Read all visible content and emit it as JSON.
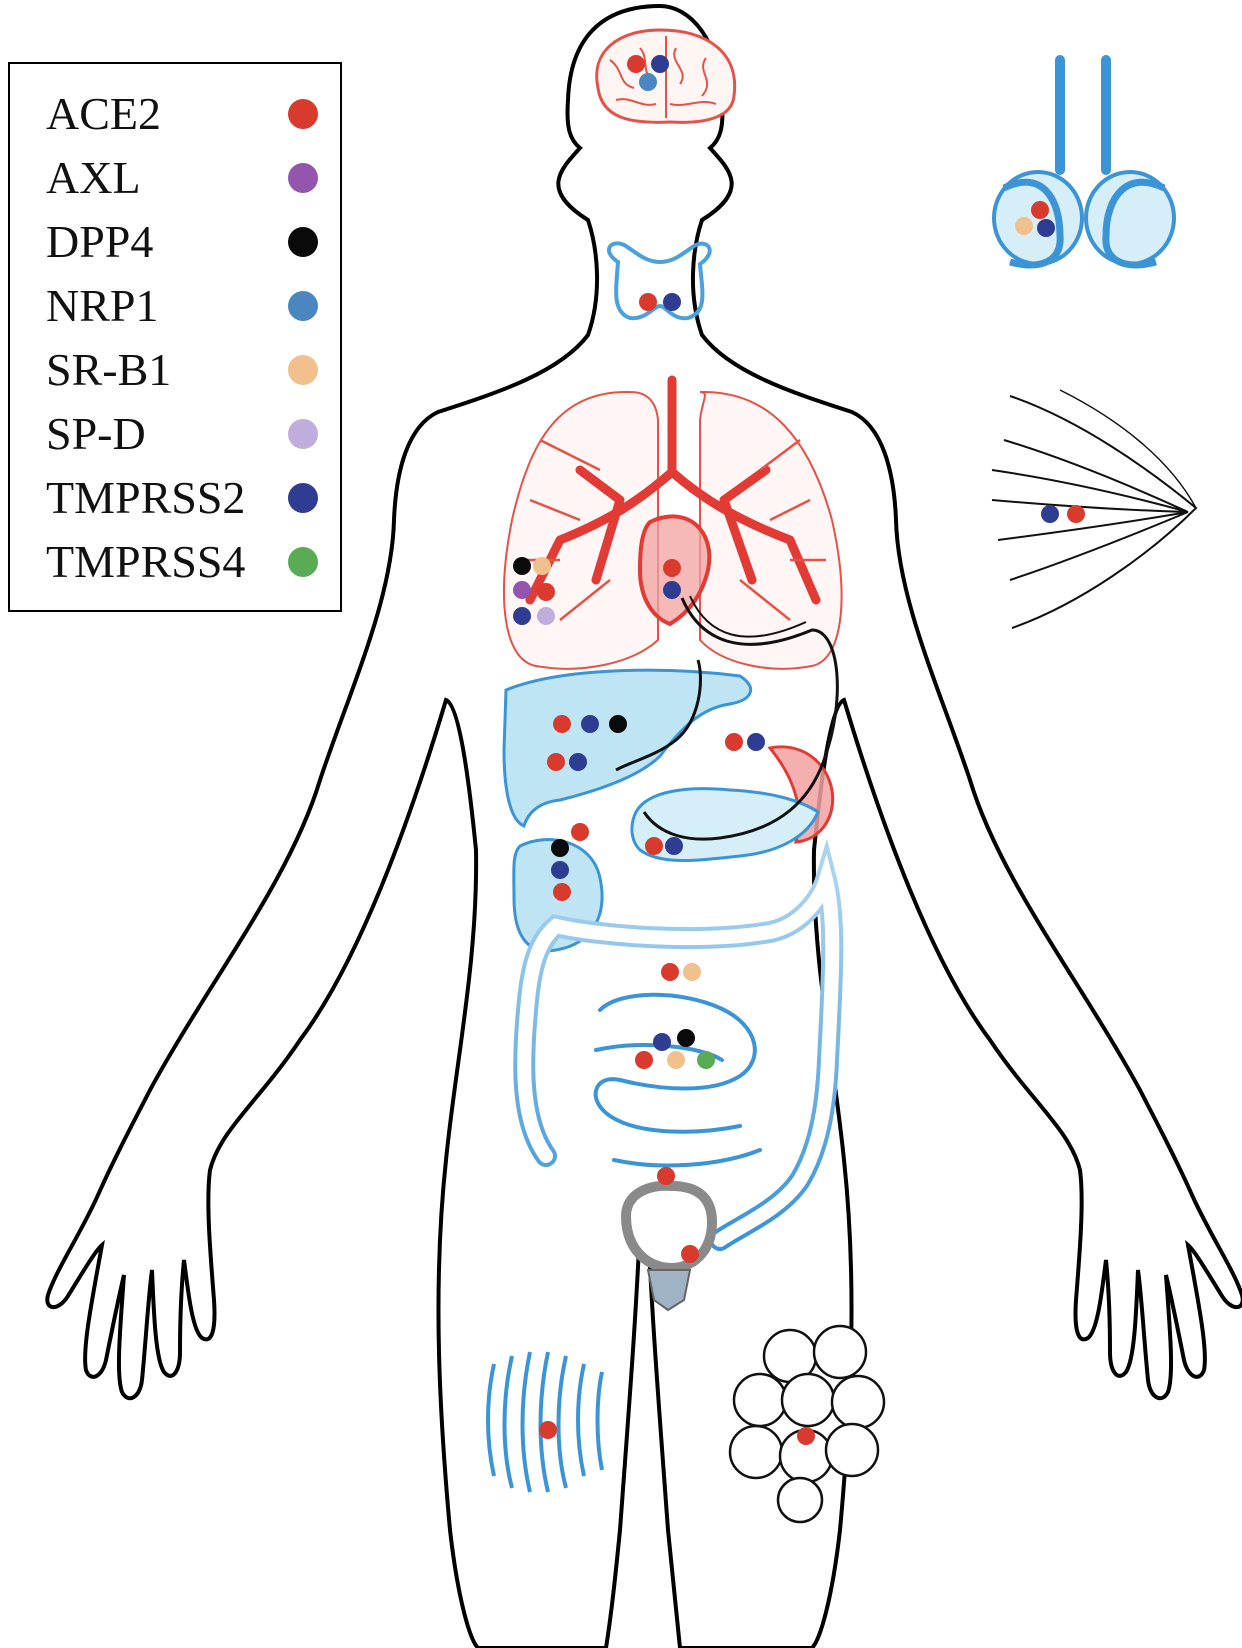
{
  "legend": {
    "items": [
      {
        "label": "ACE2",
        "color": "#d93a2e"
      },
      {
        "label": "AXL",
        "color": "#9355ad"
      },
      {
        "label": "DPP4",
        "color": "#0a0a0a"
      },
      {
        "label": "NRP1",
        "color": "#4a86c0"
      },
      {
        "label": "SR-B1",
        "color": "#f2c08c"
      },
      {
        "label": "SP-D",
        "color": "#bfaedb"
      },
      {
        "label": "TMPRSS2",
        "color": "#2e3d91"
      },
      {
        "label": "TMPRSS4",
        "color": "#5aab55"
      }
    ]
  },
  "organs": [
    {
      "organ": "brain",
      "receptors": [
        "ACE2",
        "TMPRSS2",
        "NRP1"
      ]
    },
    {
      "organ": "thyroid",
      "receptors": [
        "ACE2",
        "TMPRSS2"
      ]
    },
    {
      "organ": "testes",
      "receptors": [
        "ACE2",
        "SR-B1",
        "TMPRSS2"
      ]
    },
    {
      "organ": "breast",
      "receptors": [
        "TMPRSS2",
        "ACE2"
      ]
    },
    {
      "organ": "lung",
      "receptors": [
        "DPP4",
        "SR-B1",
        "AXL",
        "ACE2",
        "TMPRSS2",
        "SP-D"
      ]
    },
    {
      "organ": "heart",
      "receptors": [
        "ACE2",
        "TMPRSS2"
      ]
    },
    {
      "organ": "liver",
      "receptors": [
        "ACE2",
        "TMPRSS2",
        "DPP4"
      ]
    },
    {
      "organ": "bile duct",
      "receptors": [
        "ACE2",
        "TMPRSS2"
      ]
    },
    {
      "organ": "spleen",
      "receptors": [
        "ACE2",
        "TMPRSS2"
      ]
    },
    {
      "organ": "stomach",
      "receptors": [
        "ACE2",
        "TMPRSS2"
      ]
    },
    {
      "organ": "gallbladder",
      "receptors": [
        "ACE2",
        "DPP4",
        "TMPRSS2",
        "ACE2"
      ]
    },
    {
      "organ": "colon",
      "receptors": [
        "ACE2",
        "SR-B1"
      ]
    },
    {
      "organ": "small intestine",
      "receptors": [
        "TMPRSS2",
        "DPP4",
        "ACE2",
        "SR-B1",
        "TMPRSS4"
      ]
    },
    {
      "organ": "bladder",
      "receptors": [
        "ACE2"
      ]
    },
    {
      "organ": "prostate",
      "receptors": [
        "ACE2"
      ]
    },
    {
      "organ": "muscle",
      "receptors": [
        "ACE2"
      ]
    },
    {
      "organ": "adipose tissue",
      "receptors": [
        "ACE2"
      ]
    }
  ],
  "colors": {
    "outline": "#000000",
    "lung_red": "#e23a34",
    "organ_blue": "#3a94d6",
    "organ_fill": "#bfe4f3"
  }
}
